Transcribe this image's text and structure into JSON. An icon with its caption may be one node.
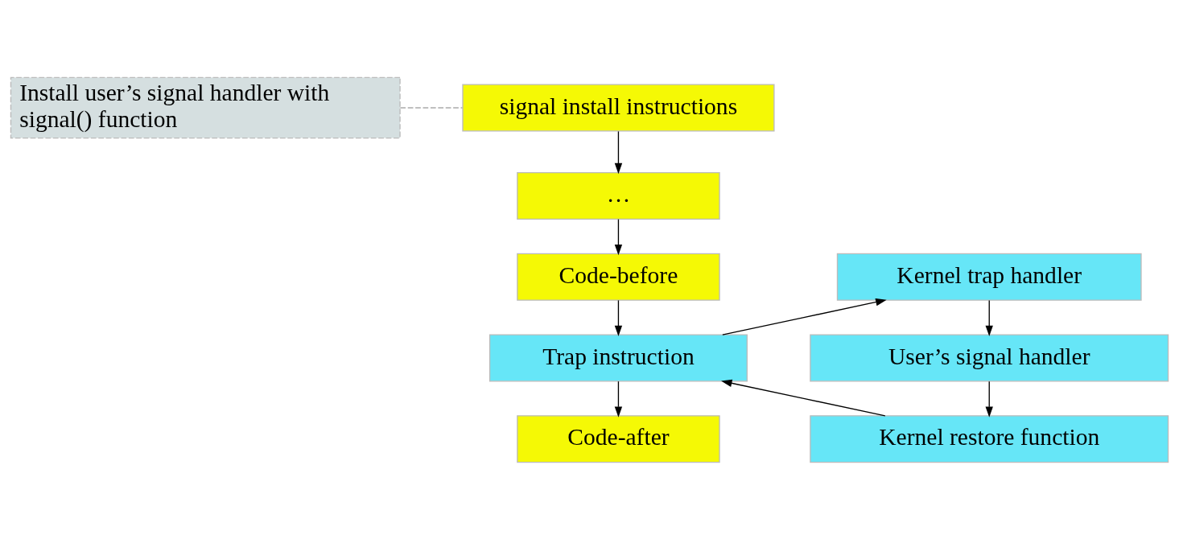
{
  "diagram": {
    "nodes": [
      {
        "text": [
          "signal install instructions"
        ]
      },
      {
        "text": [
          "…"
        ]
      },
      {
        "text": [
          "Code-before"
        ]
      },
      {
        "text": [
          "Trap instruction"
        ]
      },
      {
        "text": [
          "Code-after"
        ]
      },
      {
        "text": [
          "Install user’s signal handler with signal() function"
        ]
      },
      {
        "text": [
          "Kernel trap handler"
        ]
      },
      {
        "text": [
          "User’s signal handler"
        ]
      },
      {
        "text": [
          "Kernel restore function"
        ]
      }
    ],
    "edges": [
      {
        "from": 0,
        "to": 1,
        "arrow": "to"
      },
      {
        "from": 1,
        "to": 2,
        "arrow": "to"
      },
      {
        "from": 2,
        "to": 3,
        "arrow": "to"
      },
      {
        "from": 3,
        "to": 4,
        "arrow": "to"
      },
      {
        "from": 5,
        "to": 0,
        "arrow": "none",
        "style": "dashed",
        "color": "#aaaaaa"
      },
      {
        "from": 3,
        "to": 6,
        "arrow": "to"
      },
      {
        "from": 6,
        "to": 7,
        "arrow": "to"
      },
      {
        "from": 7,
        "to": 8,
        "arrow": "to"
      },
      {
        "from": 8,
        "to": 3,
        "arrow": "to"
      }
    ]
  }
}
